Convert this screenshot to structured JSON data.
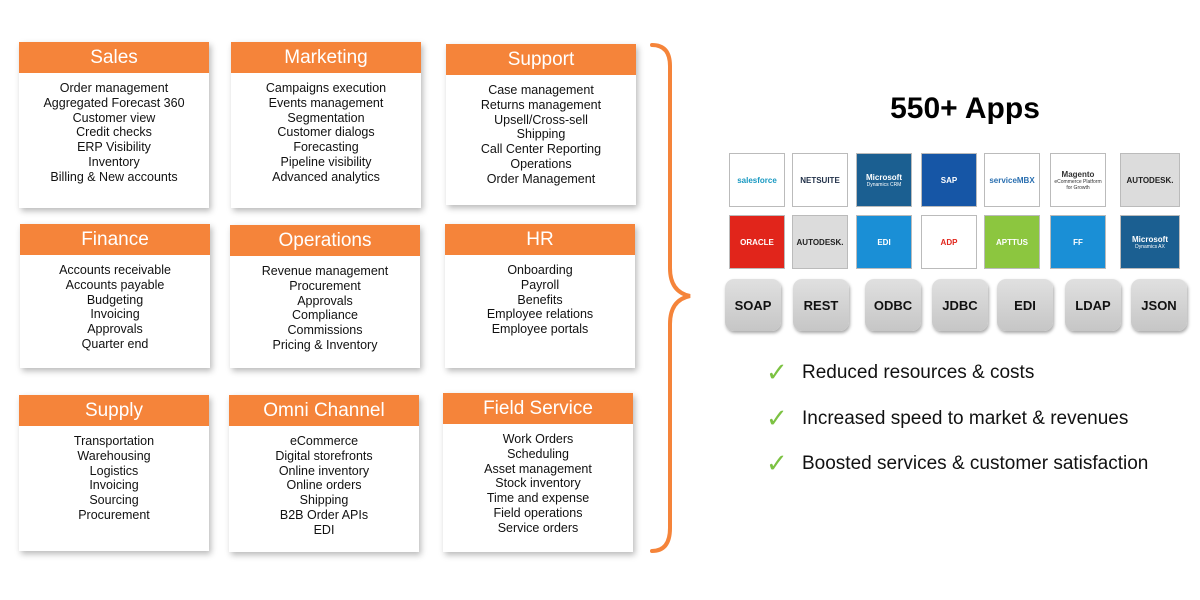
{
  "colors": {
    "accent": "#f5843a",
    "check": "#7cc242"
  },
  "cards": [
    {
      "title": "Sales",
      "items": [
        "Order management",
        "Aggregated Forecast 360",
        "Customer view",
        "Credit checks",
        "ERP Visibility",
        "Inventory",
        "Billing & New accounts"
      ]
    },
    {
      "title": "Marketing",
      "items": [
        "Campaigns execution",
        "Events management",
        "Segmentation",
        "Customer dialogs",
        "Forecasting",
        "Pipeline visibility",
        "Advanced analytics"
      ]
    },
    {
      "title": "Support",
      "items": [
        "Case management",
        "Returns management",
        "Upsell/Cross-sell",
        "Shipping",
        "Call Center Reporting",
        "Operations",
        "Order Management"
      ]
    },
    {
      "title": "Finance",
      "items": [
        "Accounts receivable",
        "Accounts payable",
        "Budgeting",
        "Invoicing",
        "Approvals",
        "Quarter end"
      ]
    },
    {
      "title": "Operations",
      "items": [
        "Revenue management",
        "Procurement",
        "Approvals",
        "Compliance",
        "Commissions",
        "Pricing & Inventory"
      ]
    },
    {
      "title": "HR",
      "items": [
        "Onboarding",
        "Payroll",
        "Benefits",
        "Employee relations",
        "Employee portals"
      ]
    },
    {
      "title": "Supply",
      "items": [
        "Transportation",
        "Warehousing",
        "Logistics",
        "Invoicing",
        "Sourcing",
        "Procurement"
      ]
    },
    {
      "title": "Omni Channel",
      "items": [
        "eCommerce",
        "Digital storefronts",
        "Online inventory",
        "Online orders",
        "Shipping",
        "B2B Order APIs",
        "EDI"
      ]
    },
    {
      "title": "Field Service",
      "items": [
        "Work Orders",
        "Scheduling",
        "Asset management",
        "Stock inventory",
        "Time and expense",
        "Field operations",
        "Service orders"
      ]
    }
  ],
  "apps_title": "550+ Apps",
  "logos": [
    {
      "icon": "salesforce-logo",
      "name": "salesforce",
      "sub": "",
      "bg": "#ffffff",
      "fg": "#1798c1"
    },
    {
      "icon": "netsuite-logo",
      "name": "NETSUITE",
      "sub": "",
      "bg": "#ffffff",
      "fg": "#1f2f47"
    },
    {
      "icon": "microsoft-dynamics-crm-logo",
      "name": "Microsoft",
      "sub": "Dynamics CRM",
      "bg": "#1b5f91",
      "fg": "#ffffff"
    },
    {
      "icon": "sap-logo",
      "name": "SAP",
      "sub": "",
      "bg": "#1656a6",
      "fg": "#ffffff"
    },
    {
      "icon": "servicembx-logo",
      "name": "serviceMBX",
      "sub": "",
      "bg": "#ffffff",
      "fg": "#2a6fb0"
    },
    {
      "icon": "magento-logo",
      "name": "Magento",
      "sub": "eCommerce Platform for Growth",
      "bg": "#ffffff",
      "fg": "#333333"
    },
    {
      "icon": "autodesk-logo",
      "name": "AUTODESK.",
      "sub": "",
      "bg": "#dcdcdc",
      "fg": "#222222"
    },
    {
      "icon": "oracle-logo",
      "name": "ORACLE",
      "sub": "",
      "bg": "#e1251b",
      "fg": "#ffffff"
    },
    {
      "icon": "autodesk-logo",
      "name": "AUTODESK.",
      "sub": "",
      "bg": "#dcdcdc",
      "fg": "#222222"
    },
    {
      "icon": "edi-network-logo",
      "name": "EDI",
      "sub": "",
      "bg": "#1a8fd6",
      "fg": "#ffffff"
    },
    {
      "icon": "adp-logo",
      "name": "ADP",
      "sub": "",
      "bg": "#ffffff",
      "fg": "#e1251b"
    },
    {
      "icon": "apttus-logo",
      "name": "APTTUS",
      "sub": "",
      "bg": "#8cc63f",
      "fg": "#ffffff"
    },
    {
      "icon": "ff-logo",
      "name": "FF",
      "sub": "",
      "bg": "#1a8fd6",
      "fg": "#ffffff"
    },
    {
      "icon": "microsoft-dynamics-ax-logo",
      "name": "Microsoft",
      "sub": "Dynamics AX",
      "bg": "#1b5f91",
      "fg": "#ffffff"
    }
  ],
  "protocols": [
    "SOAP",
    "REST",
    "ODBC",
    "JDBC",
    "EDI",
    "LDAP",
    "JSON"
  ],
  "benefits": [
    "Reduced resources & costs",
    "Increased speed to market & revenues",
    "Boosted services & customer satisfaction"
  ]
}
